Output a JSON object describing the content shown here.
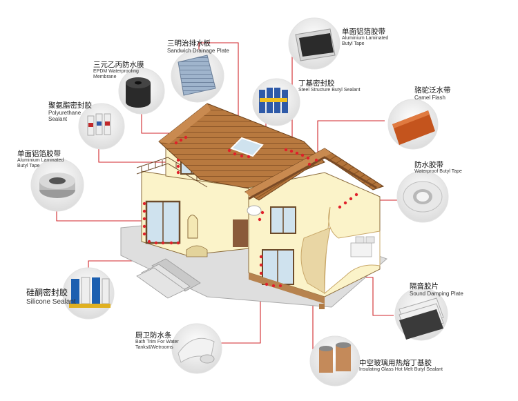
{
  "colors": {
    "leader": "#d0262b",
    "roof": "#b5773f",
    "wall": "#fbf3c9",
    "trim": "#8a5a3a",
    "window": "#cfe2ee",
    "base": "#d8d8d8"
  },
  "labels": {
    "sandwich": {
      "cn": "三明治排水板",
      "en": "Sandwich Drainage Plate"
    },
    "epdm": {
      "cn": "三元乙丙防水膜",
      "en": "EPDM Waterproofing",
      "en2": "Membrane"
    },
    "pu": {
      "cn": "聚氨酯密封胶",
      "en": "Polyurethane",
      "en2": "Sealant"
    },
    "alu_left": {
      "cn": "单面铝箔胶带",
      "en": "Aluminium Laminated",
      "en2": "Butyl Tape"
    },
    "silicone": {
      "cn": "硅酮密封胶",
      "en": "Silicone Sealant"
    },
    "bath": {
      "cn": "厨卫防水条",
      "en": "Bath Trim For Water",
      "en2": "Tanks&Wetrooms"
    },
    "alu_top": {
      "cn": "单面铝箔胶带",
      "en": "Aluminium Laminated",
      "en2": "Butyl Tape"
    },
    "butyl": {
      "cn": "丁基密封胶",
      "en": "Steel Structure Butyl Sealant"
    },
    "camel": {
      "cn": "骆驼泛水带",
      "en": "Camel Flash"
    },
    "waterproof": {
      "cn": "防水胶带",
      "en": "Waterproof Butyl Tape"
    },
    "damping": {
      "cn": "隔音胶片",
      "en": "Sound Damping Plate"
    },
    "glass": {
      "cn": "中空玻璃用热熔丁基胶",
      "en": "Insulating Glass Hot Melt Butyl Sealant"
    }
  }
}
